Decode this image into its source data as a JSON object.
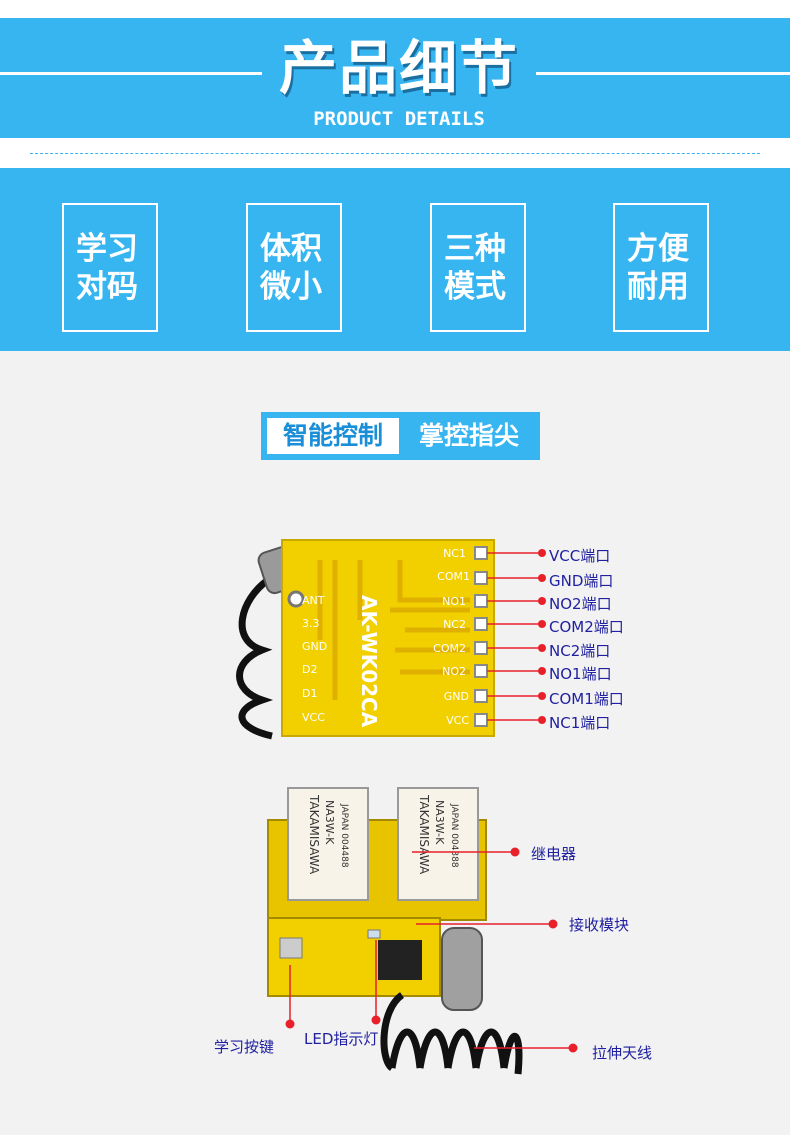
{
  "header": {
    "title": "产品细节",
    "subtitle": "PRODUCT DETAILS"
  },
  "features": [
    {
      "line1": "学习",
      "line2": "对码"
    },
    {
      "line1": "体积",
      "line2": "微小"
    },
    {
      "line1": "三种",
      "line2": "模式"
    },
    {
      "line1": "方便",
      "line2": "耐用"
    }
  ],
  "banner": {
    "left": "智能控制",
    "right": "掌控指尖"
  },
  "board_top": {
    "model_text": "AK-WK02CA",
    "right_pins": [
      "NC1",
      "COM1",
      "NO1",
      "NC2",
      "COM2",
      "NO2",
      "GND",
      "VCC"
    ],
    "left_pins": [
      "ANT",
      "3.3",
      "GND",
      "D2",
      "D1",
      "VCC"
    ],
    "callouts": [
      "VCC端口",
      "GND端口",
      "NO2端口",
      "COM2端口",
      "NC2端口",
      "NO1端口",
      "COM1端口",
      "NC1端口"
    ]
  },
  "board_bottom": {
    "relay_brand": "TAKAMISAWA",
    "relay_model": "NA3W-K",
    "relay_codes": [
      "JAPAN 004488",
      "JAPAN 004388"
    ],
    "callouts": {
      "relay": "继电器",
      "receiver": "接收模块",
      "learn_button": "学习按键",
      "led": "LED指示灯",
      "antenna": "拉伸天线"
    }
  },
  "colors": {
    "accent": "#36b5f0",
    "callout_line": "#e8202a",
    "callout_text": "#2020a0",
    "pcb": "#f2d000"
  }
}
